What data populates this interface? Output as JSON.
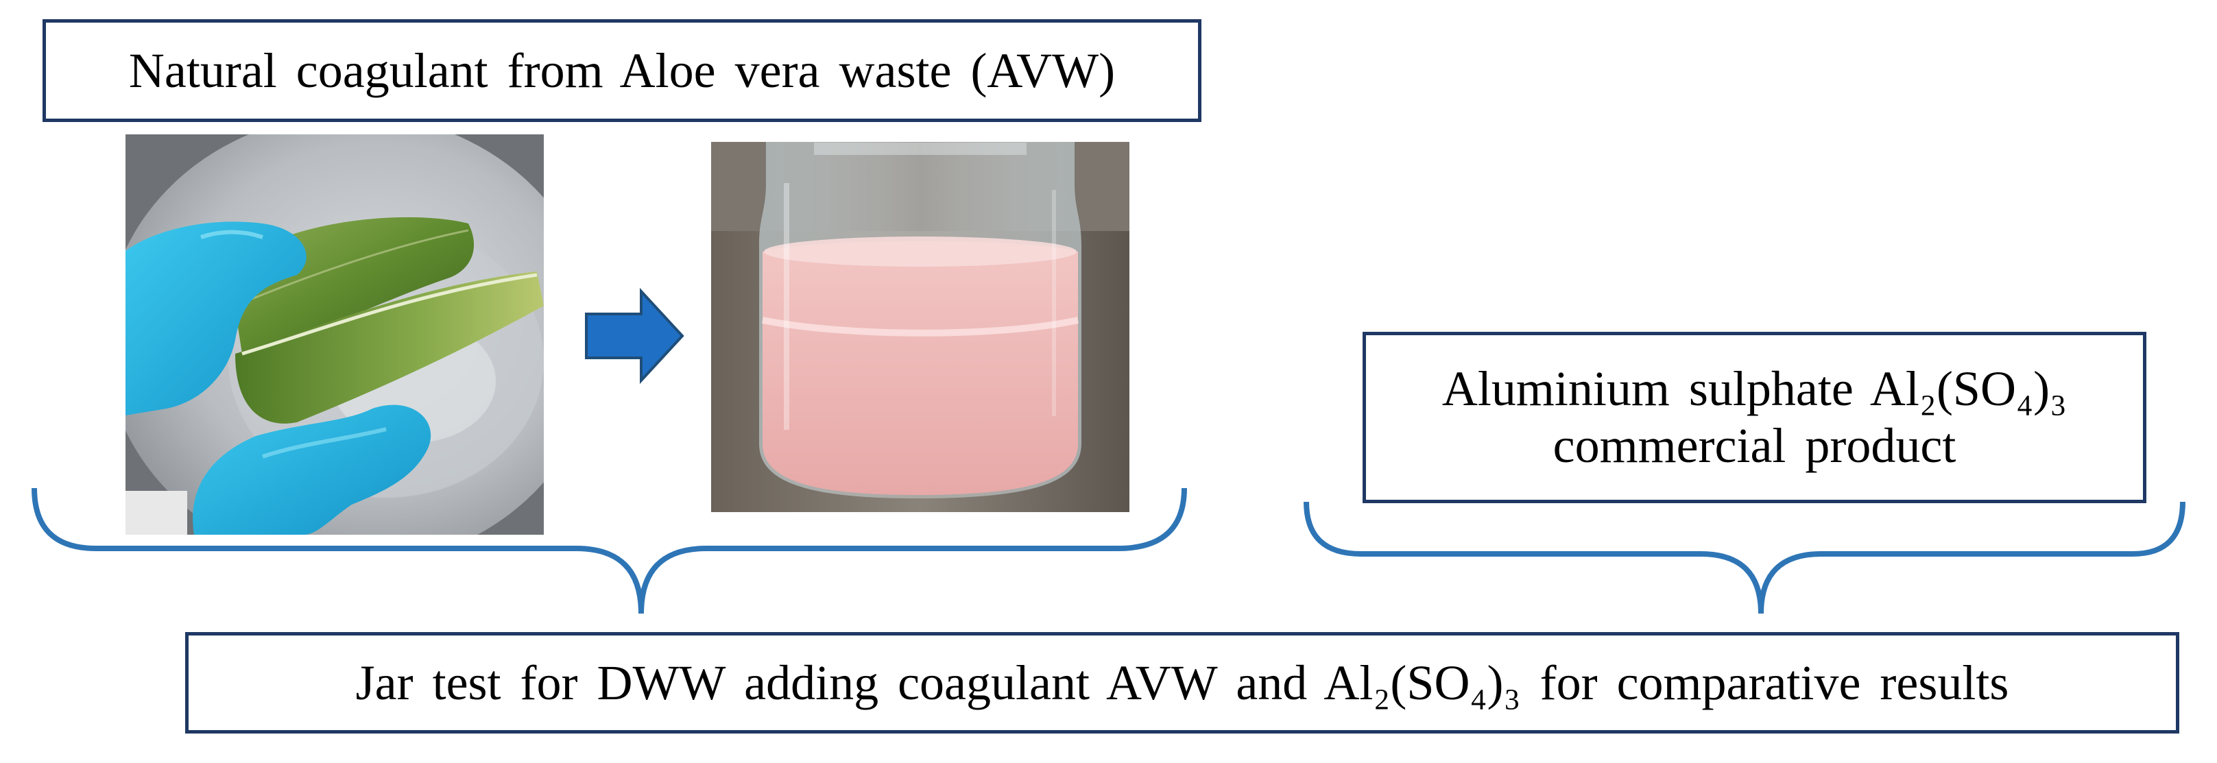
{
  "title_box": {
    "text": "Natural coagulant from Aloe vera waste (AVW)"
  },
  "aluminium_box": {
    "line1": "Aluminium sulphate Al₂(SO₄)₃",
    "line2": "commercial product"
  },
  "jar_test_box": {
    "text": "Jar test for DWW adding coagulant AVW and Al₂(SO₄)₃ for comparative results"
  },
  "colors": {
    "box_border": "#1F3864",
    "brace": "#2E75B6",
    "arrow_fill": "#1F6FC5",
    "arrow_stroke": "#1F4E79"
  },
  "images": {
    "aloe_photo": "aloe vera leaf held by hands in blue gloves over a steel bowl",
    "jar_photo": "glass jar with pinkish aloe extract liquid"
  }
}
